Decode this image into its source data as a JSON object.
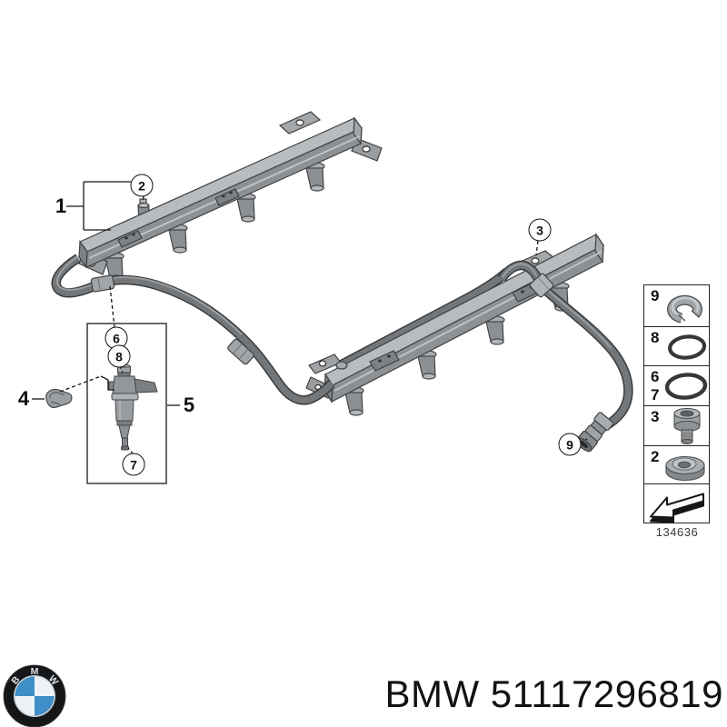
{
  "diagram": {
    "description": "BMW fuel injection parts diagram: two fuel rails, connecting fuel hose, injector detail box and hardware legend",
    "callouts": {
      "c1": "1",
      "c2": "2",
      "c3": "3",
      "c4": "4",
      "c5": "5",
      "c6": "6",
      "c7": "7",
      "c8": "8",
      "c9": "9"
    },
    "legend": {
      "figure_number": "134636",
      "rows": [
        {
          "label": "9",
          "icon": "retaining-clip-icon"
        },
        {
          "label": "8",
          "icon": "o-ring-icon"
        },
        {
          "label": "6",
          "label2": "7",
          "icon": "o-ring-icon"
        },
        {
          "label": "3",
          "icon": "bolt-icon"
        },
        {
          "label": "2",
          "icon": "cap-plug-icon"
        },
        {
          "label": "",
          "icon": "direction-arrow-icon"
        }
      ]
    },
    "parts": [
      "fuel-rail-left",
      "fuel-rail-right",
      "fuel-hose",
      "injector",
      "mounting-clip",
      "hose-end-fitting",
      "schrader-valve"
    ]
  },
  "footer": {
    "brand": "BMW",
    "part_number": "51117296819"
  },
  "logo": {
    "name": "bmw-roundel",
    "letters": [
      "B",
      "M",
      "W"
    ]
  },
  "colors": {
    "background": "#ffffff",
    "line_black": "#161616",
    "metal_light": "#b9bcbe",
    "metal_mid": "#8e9194",
    "metal_dark": "#6f7275",
    "bmw_blue": "#3f8ec7",
    "bmw_ring": "#141618"
  }
}
